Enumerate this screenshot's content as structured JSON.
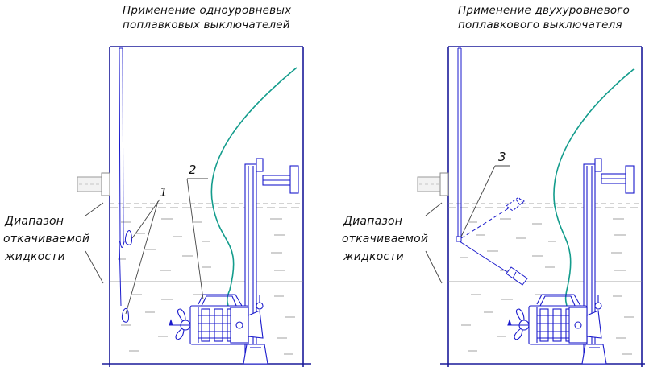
{
  "left_panel": {
    "title_line1": "Применение одноуровневых",
    "title_line2": "поплавковых выключателей",
    "range_line1": "Диапазон",
    "range_line2": "откачиваемой",
    "range_line3": "жидкости",
    "callout_1": "1",
    "callout_2": "2"
  },
  "right_panel": {
    "title_line1": "Применение двухуровневого",
    "title_line2": "поплавкового выключателя",
    "range_line1": "Диапазон",
    "range_line2": "откачиваемой",
    "range_line3": "жидкости",
    "callout_3": "3"
  },
  "colors": {
    "wall": "#1a1a9a",
    "equipment": "#1a1acc",
    "hose": "#139c8c",
    "water": "#8a8a8a",
    "pipe": "#9a9a9a",
    "ink": "#111111"
  }
}
